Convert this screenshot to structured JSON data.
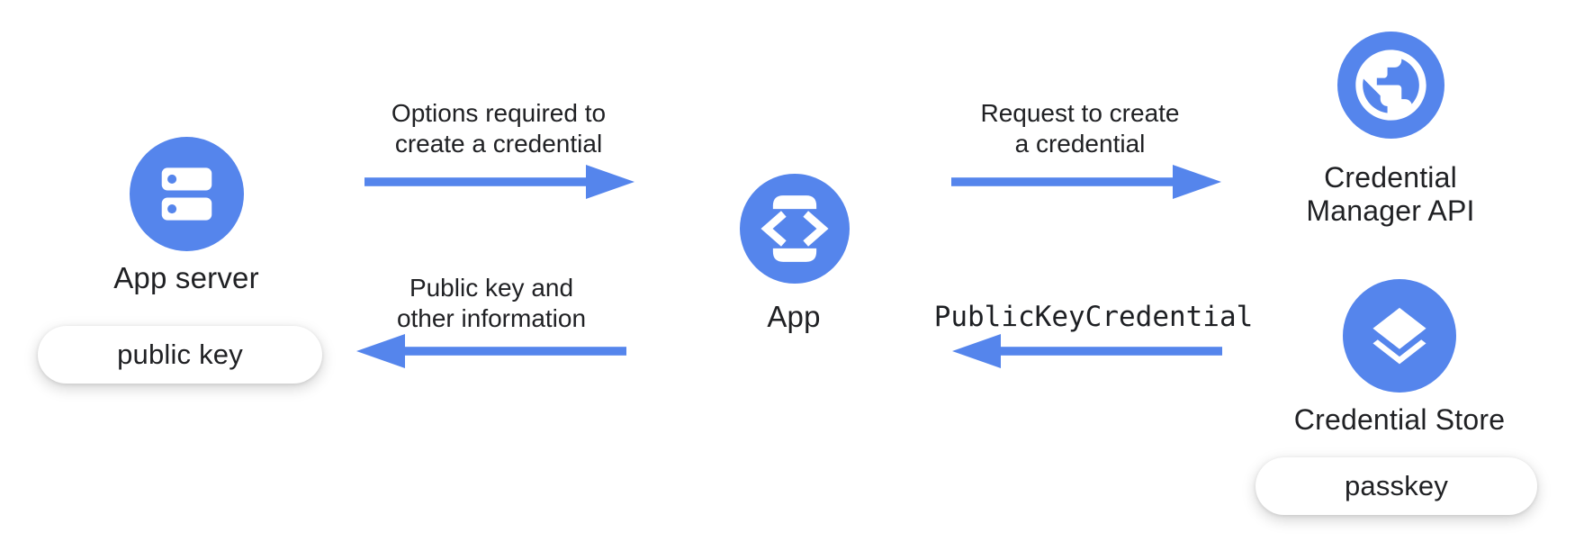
{
  "colors": {
    "accent_blue": "#5585EC",
    "text": "#202124",
    "background": "#FFFFFF",
    "badge_background": "#FFFFFF"
  },
  "nodes": {
    "app_server": {
      "label": "App server",
      "icon": "server-icon"
    },
    "app": {
      "label": "App",
      "icon": "phone-code-icon"
    },
    "credential_manager_api": {
      "label_lines": [
        "Credential",
        "Manager API"
      ],
      "icon": "globe-icon"
    },
    "credential_store": {
      "label": "Credential Store",
      "icon": "layers-icon"
    }
  },
  "badges": {
    "public_key": {
      "label": "public key"
    },
    "passkey": {
      "label": "passkey"
    }
  },
  "arrows": {
    "options_to_create": {
      "direction": "right",
      "label_lines": [
        "Options required to",
        "create a credential"
      ]
    },
    "request_to_create": {
      "direction": "right",
      "label_lines": [
        "Request to create",
        "a credential"
      ]
    },
    "public_key_credential": {
      "direction": "left",
      "label": "PublicKeyCredential",
      "label_style": "monospace"
    },
    "public_key_info": {
      "direction": "left",
      "label_lines": [
        "Public key and",
        "other information"
      ]
    }
  }
}
